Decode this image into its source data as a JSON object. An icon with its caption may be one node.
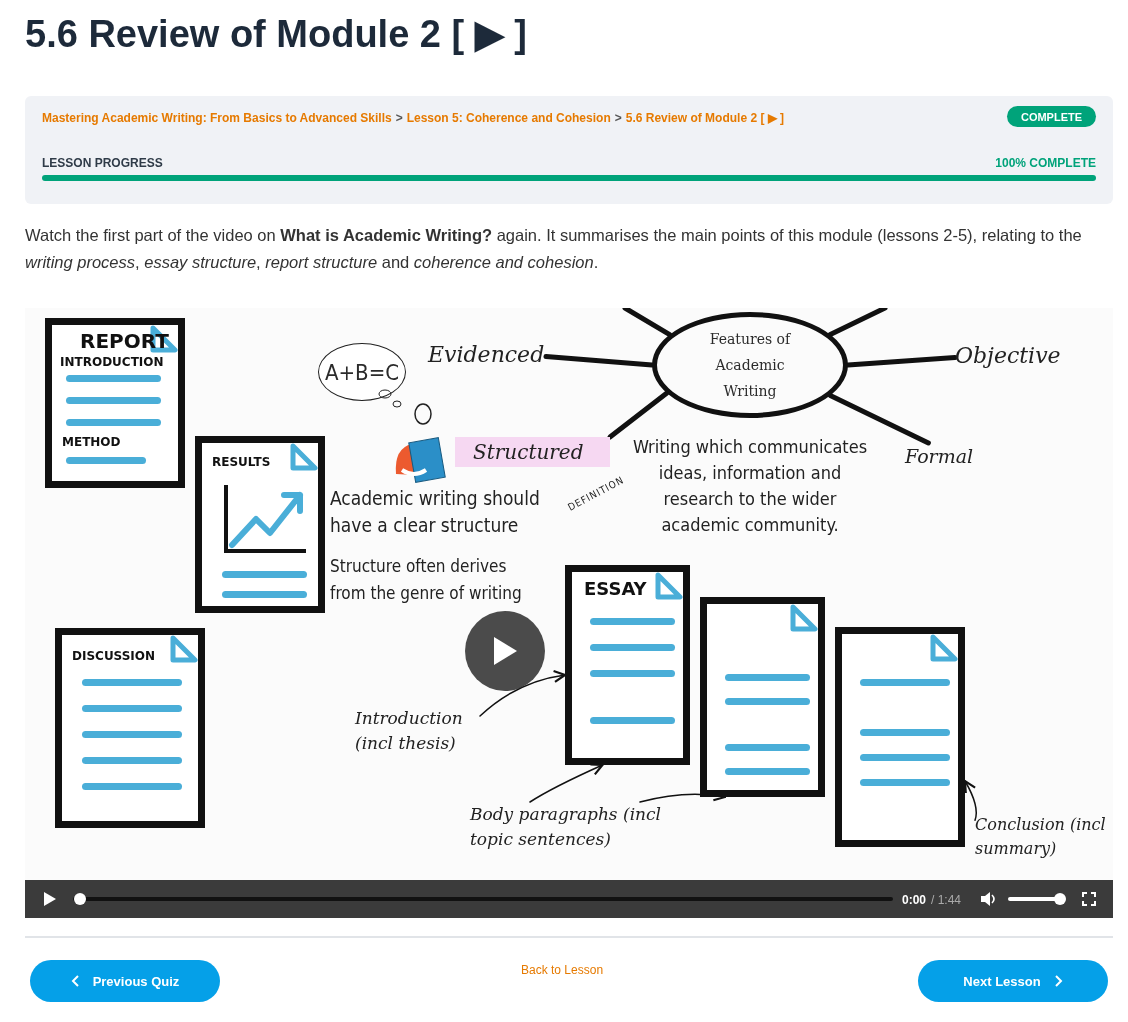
{
  "diagram": {
    "title": "5.6 Review of Module 2 [ ▶ ]",
    "nodes": [
      {
        "text": [
          "REPORT",
          "INTRODUCTION",
          "METHOD"
        ]
      },
      {
        "text": [
          "RESULTS"
        ]
      },
      {
        "text": [
          "DISCUSSION"
        ]
      },
      {
        "text": [
          "A+B=C"
        ]
      },
      {
        "text": [
          "Evidenced"
        ]
      },
      {
        "text": [
          "Features of Academic Writing"
        ]
      },
      {
        "text": [
          "Objective"
        ]
      },
      {
        "text": [
          "Structured"
        ]
      },
      {
        "text": [
          "Formal"
        ]
      },
      {
        "text": [
          "ESSAY"
        ]
      },
      {
        "text": [],
        "shape": "box"
      },
      {
        "text": [],
        "shape": "box"
      },
      {
        "text": [
          "Introduction (incl thesis)"
        ]
      },
      {
        "text": [
          "Body paragraphs (incl topic sentences)"
        ]
      },
      {
        "text": [
          "Conclusion (incl summary)"
        ]
      }
    ],
    "edges": [
      {
        "from": 5,
        "to": 4,
        "arrow": "none"
      },
      {
        "from": 5,
        "to": 6,
        "arrow": "none"
      },
      {
        "from": 5,
        "to": 7,
        "arrow": "none"
      },
      {
        "from": 5,
        "to": 8,
        "arrow": "none"
      },
      {
        "from": 5,
        "to": null,
        "arrow": "none"
      },
      {
        "from": 5,
        "to": null,
        "arrow": "none"
      },
      {
        "from": 12,
        "to": 9,
        "arrow": "to"
      },
      {
        "from": 13,
        "to": 9,
        "arrow": "to"
      },
      {
        "from": 13,
        "to": 10,
        "arrow": "to"
      },
      {
        "from": 14,
        "to": 11,
        "arrow": "to"
      }
    ],
    "labels": [
      "Mastering Academic Writing: From Basics to Advanced Skills",
      ">",
      "Lesson 5: Coherence and Cohesion",
      ">",
      "5.6 Review of Module 2 [ ▶ ]",
      "COMPLETE",
      "LESSON PROGRESS",
      "100% COMPLETE",
      "Watch the first part of the video on **What is Academic Writing?** again. It summarises the main points of this module (lessons 2-5), relating to the *writing process*, *essay structure*, *report structure* and *coherence and cohesion*.",
      "Academic writing should have a clear structure",
      "Structure often derives from the genre of writing",
      "DEFINITION",
      "Writing which communicates ideas, information and research to the wider academic community.",
      "0:00",
      "/ 1:44",
      "Previous Quiz",
      "Back to Lesson",
      "Next Lesson"
    ]
  }
}
